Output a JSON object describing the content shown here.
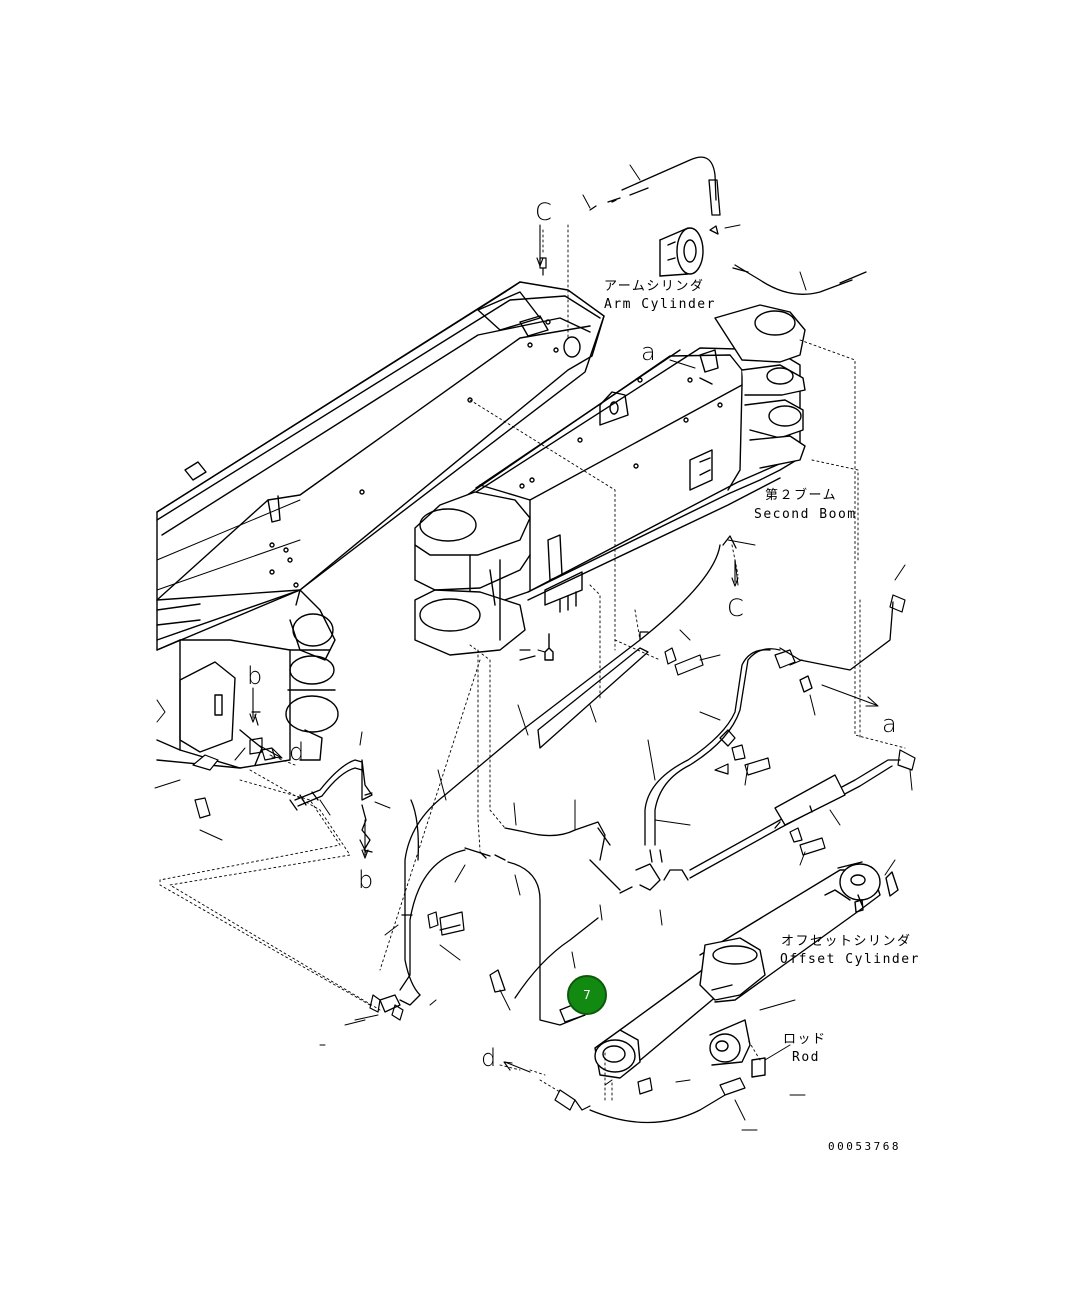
{
  "labels": {
    "arm_cylinder_jp": "アームシリンダ",
    "arm_cylinder_en": "Arm Cylinder",
    "second_boom_jp": "第２ブーム",
    "second_boom_en": "Second Boom",
    "offset_cylinder_jp": "オフセットシリンダ",
    "offset_cylinder_en": "Offset Cylinder",
    "rod_jp": "ロッド",
    "rod_en": "Rod"
  },
  "refs": {
    "c_top": "C",
    "a_top": "a",
    "c_mid": "C",
    "a_right": "a",
    "b_left": "b",
    "d_left": "d",
    "b_lower": "b",
    "d_bottom": "d"
  },
  "callout": {
    "number": "7",
    "color": "#128a12"
  },
  "document_number": "00053768"
}
